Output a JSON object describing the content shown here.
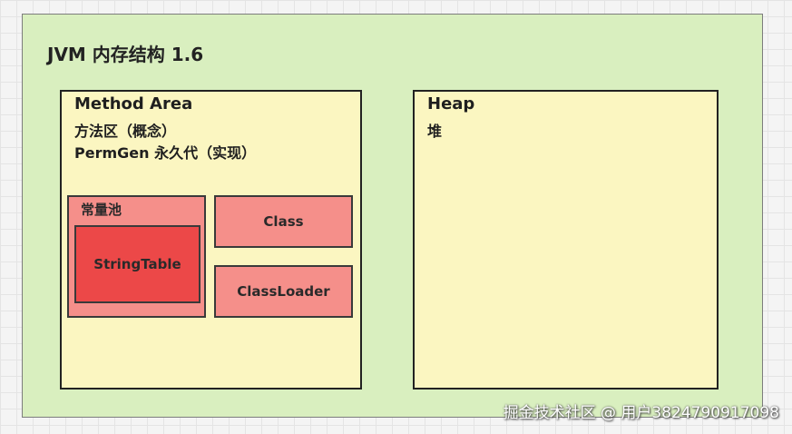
{
  "title": "JVM 内存结构 1.6",
  "method_area": {
    "line1": "Method Area",
    "line2": "方法区（概念）",
    "line3": "PermGen 永久代（实现）",
    "constant_pool": {
      "label": "常量池",
      "string_table": "StringTable"
    },
    "class_label": "Class",
    "classloader_label": "ClassLoader"
  },
  "heap": {
    "line1": "Heap",
    "line2": "堆"
  },
  "watermark": "掘金技术社区 @ 用户3824790917098",
  "colors": {
    "outer_fill": "#d9efbf",
    "panel_fill": "#fbf6c1",
    "box_fill": "#f58f8a",
    "string_table_fill": "#ec4848"
  }
}
